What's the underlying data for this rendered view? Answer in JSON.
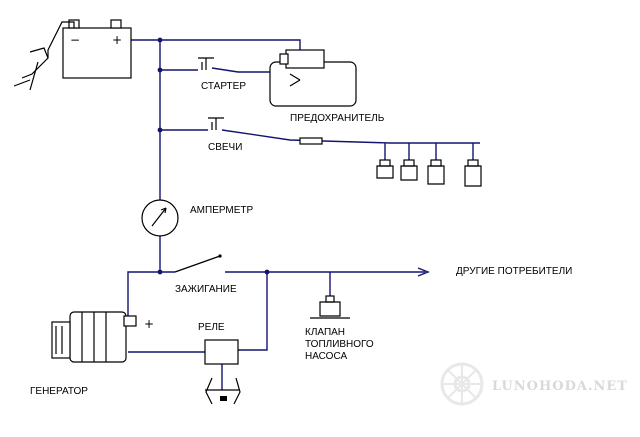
{
  "labels": {
    "starter": "СТАРТЕР",
    "fuse": "ПРЕДОХРАНИТЕЛЬ",
    "spark_plugs": "СВЕЧИ",
    "ammeter": "АМПЕРМЕТР",
    "other_consumers": "ДРУГИЕ ПОТРЕБИТЕЛИ",
    "ignition": "ЗАЖИГАНИЕ",
    "relay": "РЕЛЕ",
    "valve_line1": "КЛАПАН",
    "valve_line2": "ТОПЛИВНОГО",
    "valve_line3": "НАСОСА",
    "generator": "ГЕНЕРАТОР"
  },
  "symbols": {
    "battery_minus": "−",
    "battery_plus": "+",
    "generator_plus": "+"
  },
  "watermark": "LUNOHODA.NET",
  "colors": {
    "wire": "#14146e",
    "component": "#000000",
    "watermark": "#d9d9d9"
  }
}
